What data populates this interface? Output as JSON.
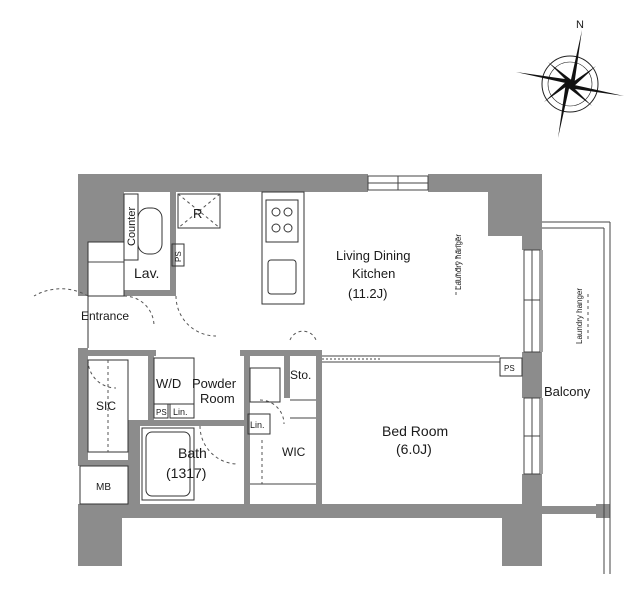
{
  "compass": {
    "north_label": "N"
  },
  "rooms": {
    "ldk_line1": "Living Dining",
    "ldk_line2": "Kitchen",
    "ldk_size": "(11.2J)",
    "bedroom": "Bed Room",
    "bedroom_size": "(6.0J)",
    "bath": "Bath",
    "bath_size": "(1317)",
    "powder_line1": "Powder",
    "powder_line2": "Room",
    "wd": "W/D",
    "lav": "Lav.",
    "entrance": "Entrance",
    "sic": "SIC",
    "wic": "WIC",
    "sto": "Sto.",
    "mb": "MB",
    "balcony": "Balcony"
  },
  "fixtures": {
    "refrigerator": "R",
    "counter": "Counter",
    "ps": "PS",
    "lin": "Lin.",
    "laundry_hanger": "Laundry hanger"
  }
}
